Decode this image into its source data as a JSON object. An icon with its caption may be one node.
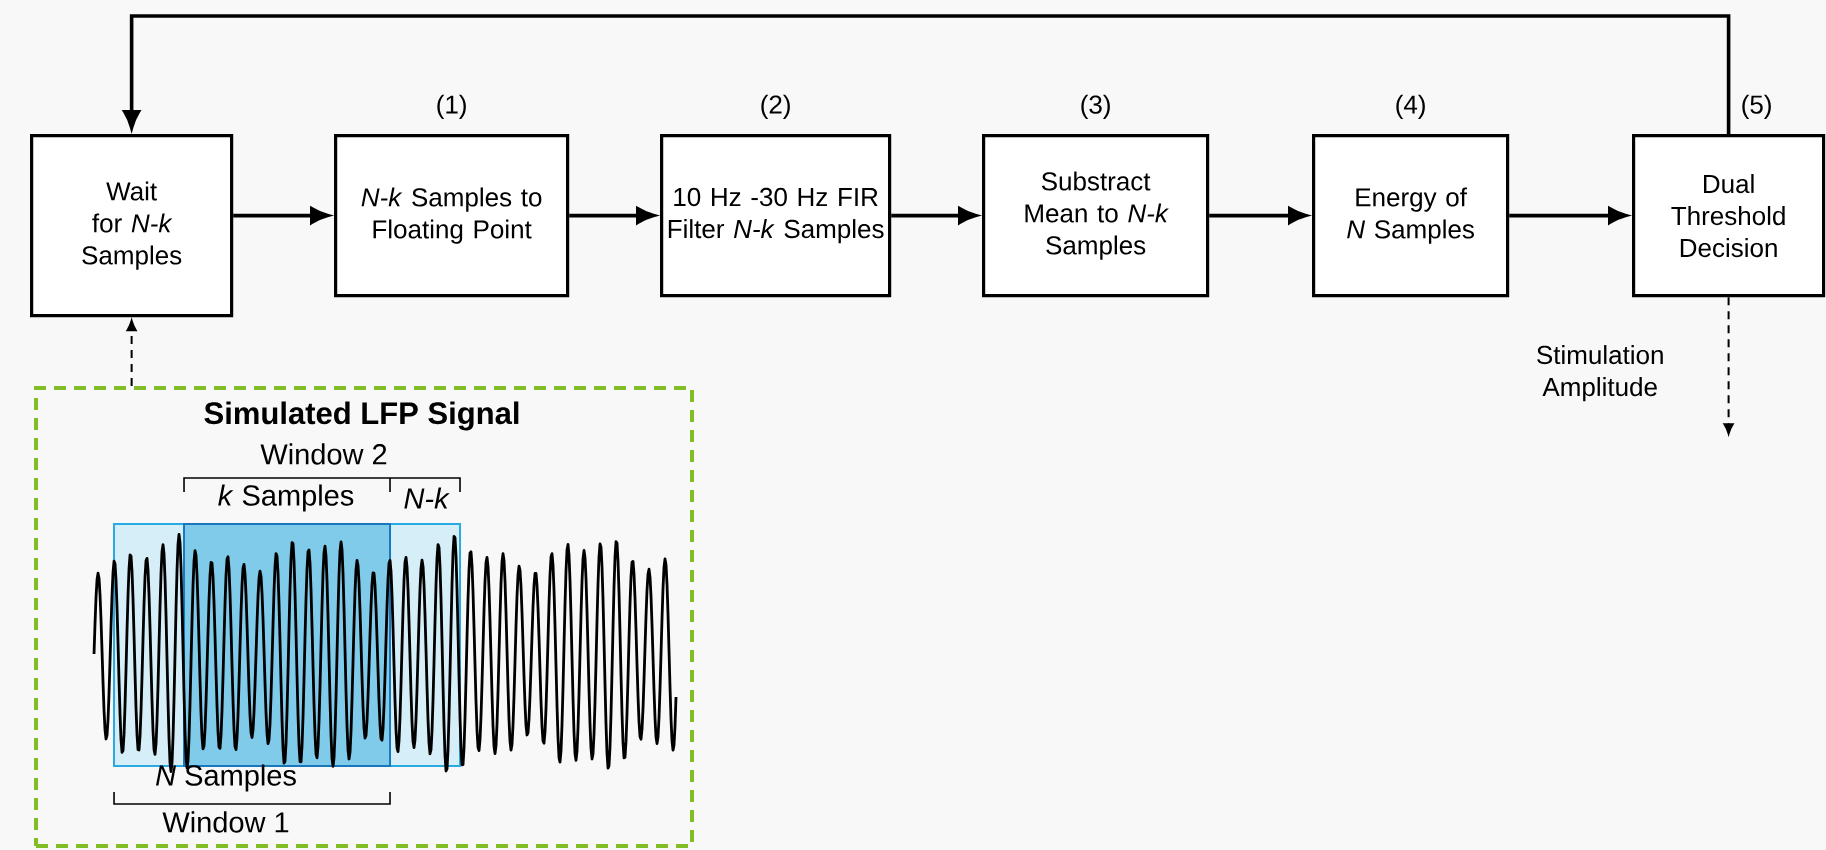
{
  "diagram": {
    "nodes": [
      {
        "text": [
          "Wait for *N-k* Samples"
        ]
      },
      {
        "text": [
          "*N-k* Samples to Floating Point"
        ],
        "beside": [
          "(1)"
        ]
      },
      {
        "text": [
          "10 Hz -30 Hz FIR Filter *N-k* Samples"
        ],
        "beside": [
          "(2)"
        ]
      },
      {
        "text": [
          "Substract Mean to *N-k* Samples"
        ],
        "beside": [
          "(3)"
        ]
      },
      {
        "text": [
          "Energy of *N* Samples"
        ],
        "beside": [
          "(4)"
        ]
      },
      {
        "text": [
          "Dual Threshold Decision"
        ],
        "beside": [
          "(5)"
        ]
      },
      {
        "text": [
          "Simulated LFP Signal"
        ]
      }
    ],
    "edges": [
      {
        "from": 0,
        "to": 1,
        "arrow": "to"
      },
      {
        "from": 1,
        "to": 2,
        "arrow": "to"
      },
      {
        "from": 2,
        "to": 3,
        "arrow": "to"
      },
      {
        "from": 3,
        "to": 4,
        "arrow": "to"
      },
      {
        "from": 4,
        "to": 5,
        "arrow": "to"
      },
      {
        "from": 5,
        "to": 0,
        "arrow": "to"
      },
      {
        "from": 6,
        "to": 0,
        "arrow": "to",
        "style": "dashed"
      },
      {
        "from": 5,
        "to": null,
        "arrow": "to",
        "style": "dashed",
        "label": "Stimulation Amplitude"
      }
    ],
    "labels": [
      "Window 2",
      "*k* Samples",
      "N-k",
      "*N* Samples",
      "Window 1"
    ]
  }
}
